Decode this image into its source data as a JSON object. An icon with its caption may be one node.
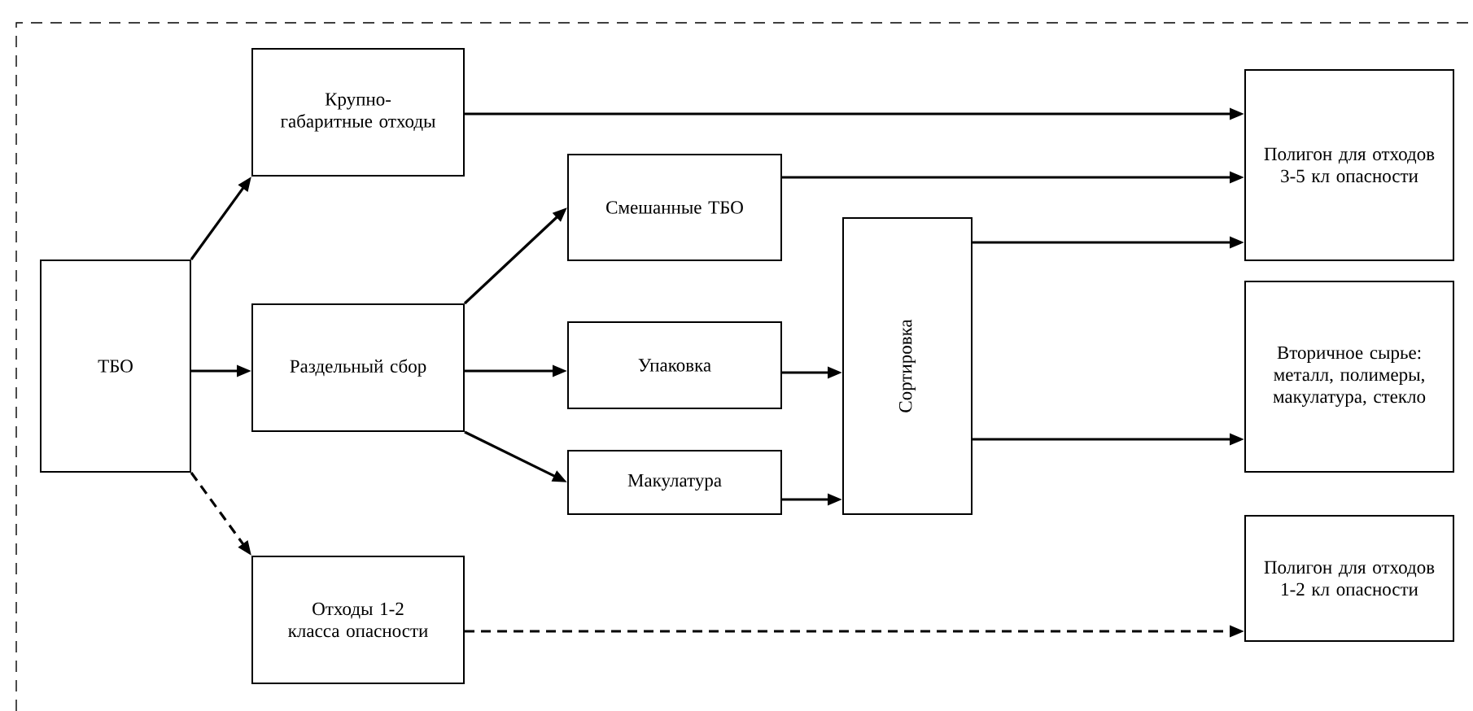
{
  "diagram": {
    "nodes": [
      {
        "text": [
          "ТБО"
        ]
      },
      {
        "text": [
          "Крупно-габаритные отходы"
        ]
      },
      {
        "text": [
          "Раздельный сбор"
        ]
      },
      {
        "text": [
          "Отходы 1-2 класса опасности"
        ]
      },
      {
        "text": [
          "Смешанные ТБО"
        ]
      },
      {
        "text": [
          "Упаковка"
        ]
      },
      {
        "text": [
          "Макулатура"
        ]
      },
      {
        "text": [
          "Сортировка"
        ]
      },
      {
        "text": [
          "Полигон для отходов 3-5 кл опасности"
        ]
      },
      {
        "text": [
          "Вторичное сырье: металл, полимеры, макулатура, стекло"
        ]
      },
      {
        "text": [
          "Полигон для отходов 1-2 кл опасности"
        ]
      }
    ],
    "edges": [
      {
        "from": 0,
        "to": 1,
        "arrow": "to"
      },
      {
        "from": 0,
        "to": 2,
        "arrow": "to"
      },
      {
        "from": 0,
        "to": 3,
        "arrow": "to",
        "style": "dashed"
      },
      {
        "from": 1,
        "to": 8,
        "arrow": "to"
      },
      {
        "from": 2,
        "to": 4,
        "arrow": "to"
      },
      {
        "from": 2,
        "to": 5,
        "arrow": "to"
      },
      {
        "from": 2,
        "to": 6,
        "arrow": "to"
      },
      {
        "from": 4,
        "to": 8,
        "arrow": "to"
      },
      {
        "from": 5,
        "to": 7,
        "arrow": "to"
      },
      {
        "from": 6,
        "to": 7,
        "arrow": "to"
      },
      {
        "from": 7,
        "to": 8,
        "arrow": "to"
      },
      {
        "from": 7,
        "to": 9,
        "arrow": "to"
      },
      {
        "from": 3,
        "to": 10,
        "arrow": "to",
        "style": "dashed"
      }
    ]
  }
}
